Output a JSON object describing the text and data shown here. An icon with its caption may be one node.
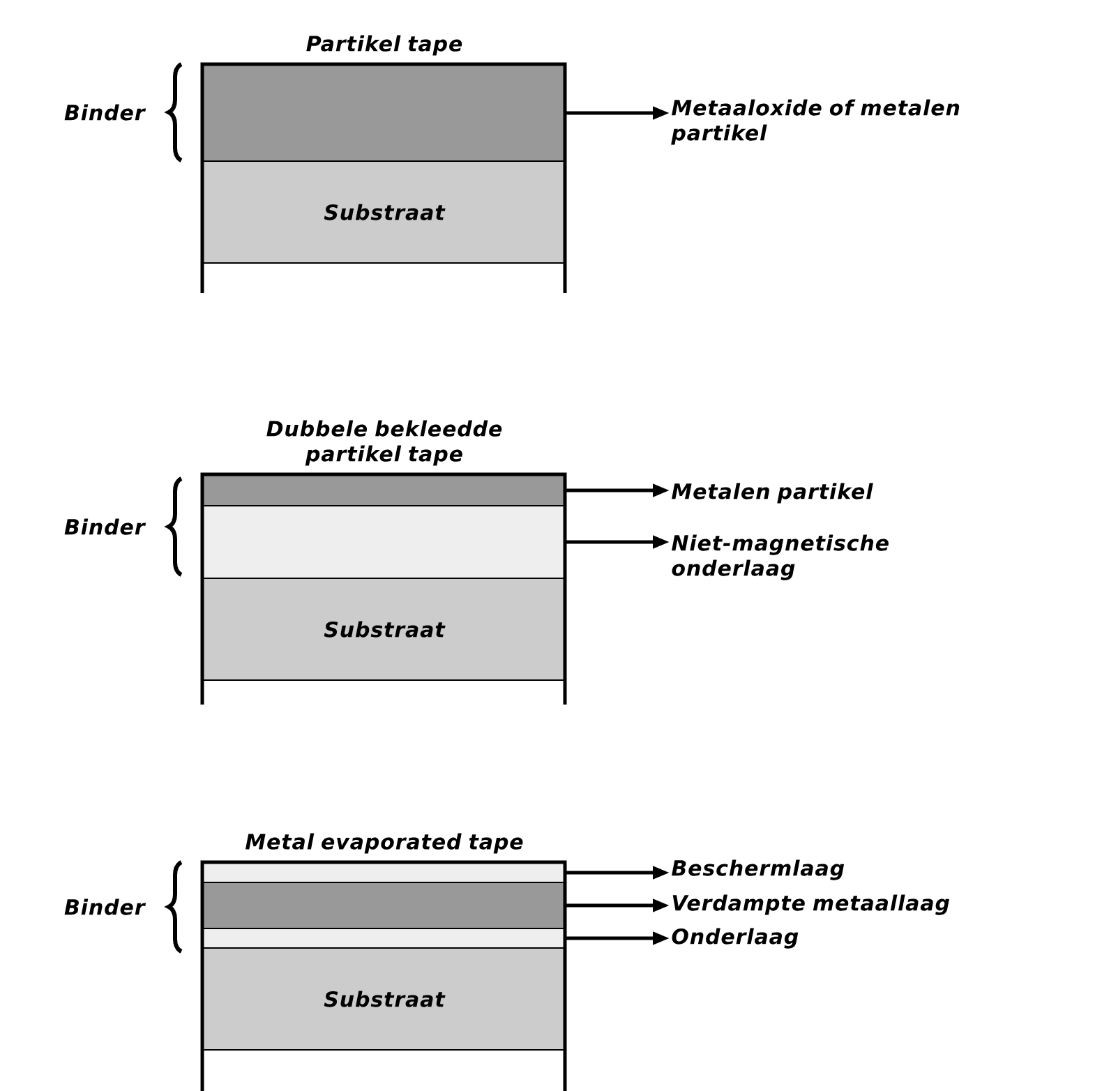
{
  "diagram": {
    "nodes": [
      {
        "text": [],
        "shape": "box",
        "beside": [
          "Partikel tape"
        ]
      },
      {
        "text": [
          "Substraat"
        ]
      },
      {
        "text": [
          "Metaaloxide of metalen partikel"
        ]
      },
      {
        "text": [],
        "shape": "box",
        "beside": [
          "Dubbele bekleedde partikel tape"
        ]
      },
      {
        "text": [],
        "shape": "box"
      },
      {
        "text": [
          "Substraat"
        ]
      },
      {
        "text": [
          "Metalen partikel"
        ]
      },
      {
        "text": [
          "Niet-magnetische onderlaag"
        ]
      },
      {
        "text": [],
        "shape": "box",
        "beside": [
          "Metal evaporated tape"
        ]
      },
      {
        "text": [],
        "shape": "box"
      },
      {
        "text": [],
        "shape": "box"
      },
      {
        "text": [
          "Substraat"
        ]
      },
      {
        "text": [
          "Beschermlaag"
        ]
      },
      {
        "text": [
          "Verdampte metaallaag"
        ]
      },
      {
        "text": [
          "Onderlaag"
        ]
      }
    ],
    "edges": [
      {
        "from": 0,
        "to": 2,
        "arrow": "to"
      },
      {
        "from": 3,
        "to": 6,
        "arrow": "to"
      },
      {
        "from": 4,
        "to": 7,
        "arrow": "to"
      },
      {
        "from": 8,
        "to": 12,
        "arrow": "to"
      },
      {
        "from": 9,
        "to": 13,
        "arrow": "to"
      },
      {
        "from": 10,
        "to": 14,
        "arrow": "to"
      }
    ],
    "labels": [
      "Binder",
      "Binder",
      "Binder"
    ]
  }
}
